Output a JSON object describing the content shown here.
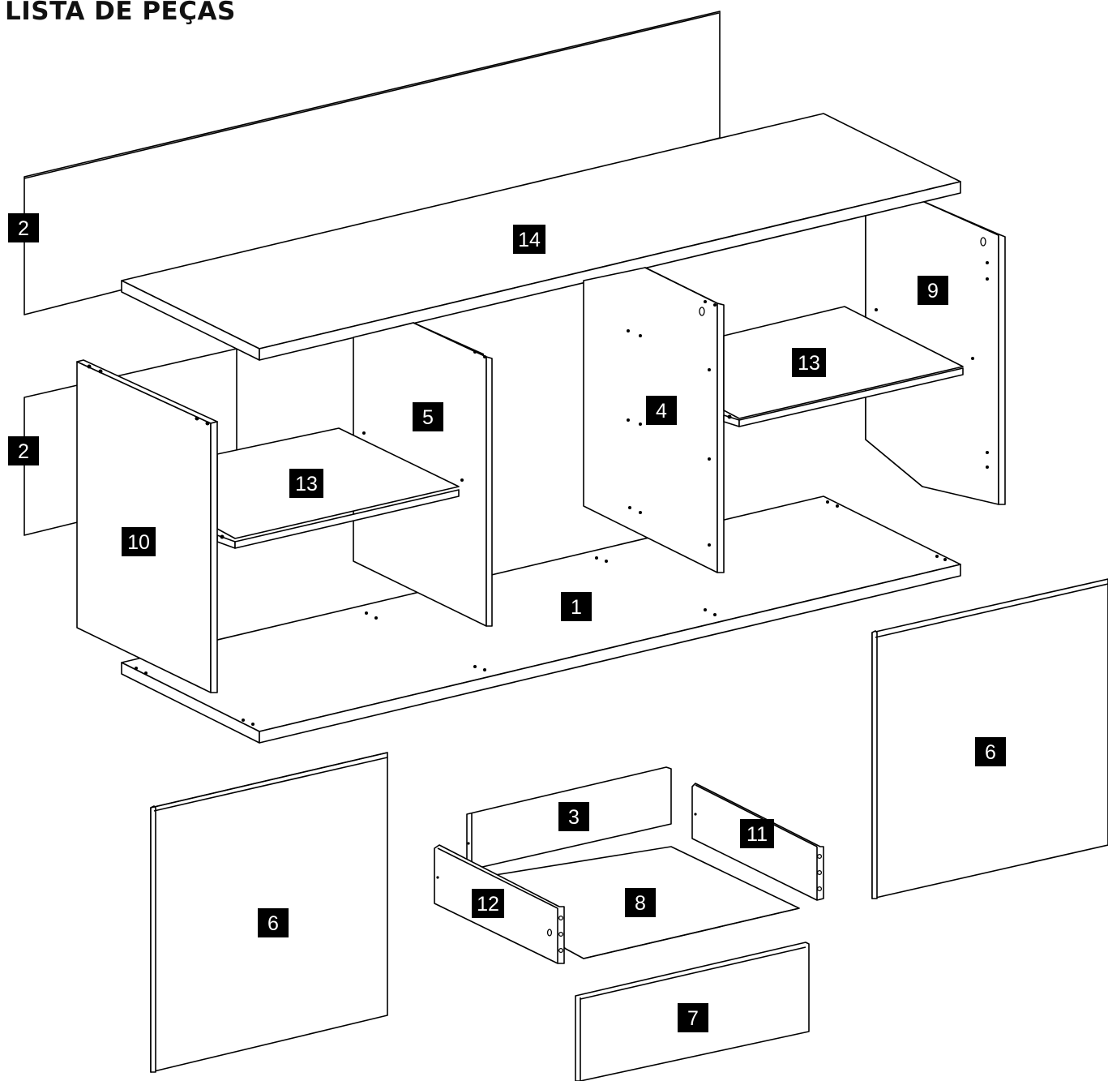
{
  "title": "LISTA DE PEÇAS",
  "parts": {
    "p1": "1",
    "p2a": "2",
    "p2b": "2",
    "p3": "3",
    "p4": "4",
    "p5": "5",
    "p6a": "6",
    "p6b": "6",
    "p7": "7",
    "p8": "8",
    "p9": "9",
    "p10": "10",
    "p11": "11",
    "p12": "12",
    "p13a": "13",
    "p13b": "13",
    "p14": "14"
  },
  "colors": {
    "line": "#000000",
    "tag_background": "#000000",
    "tag_text": "#ffffff",
    "background": "#ffffff"
  }
}
